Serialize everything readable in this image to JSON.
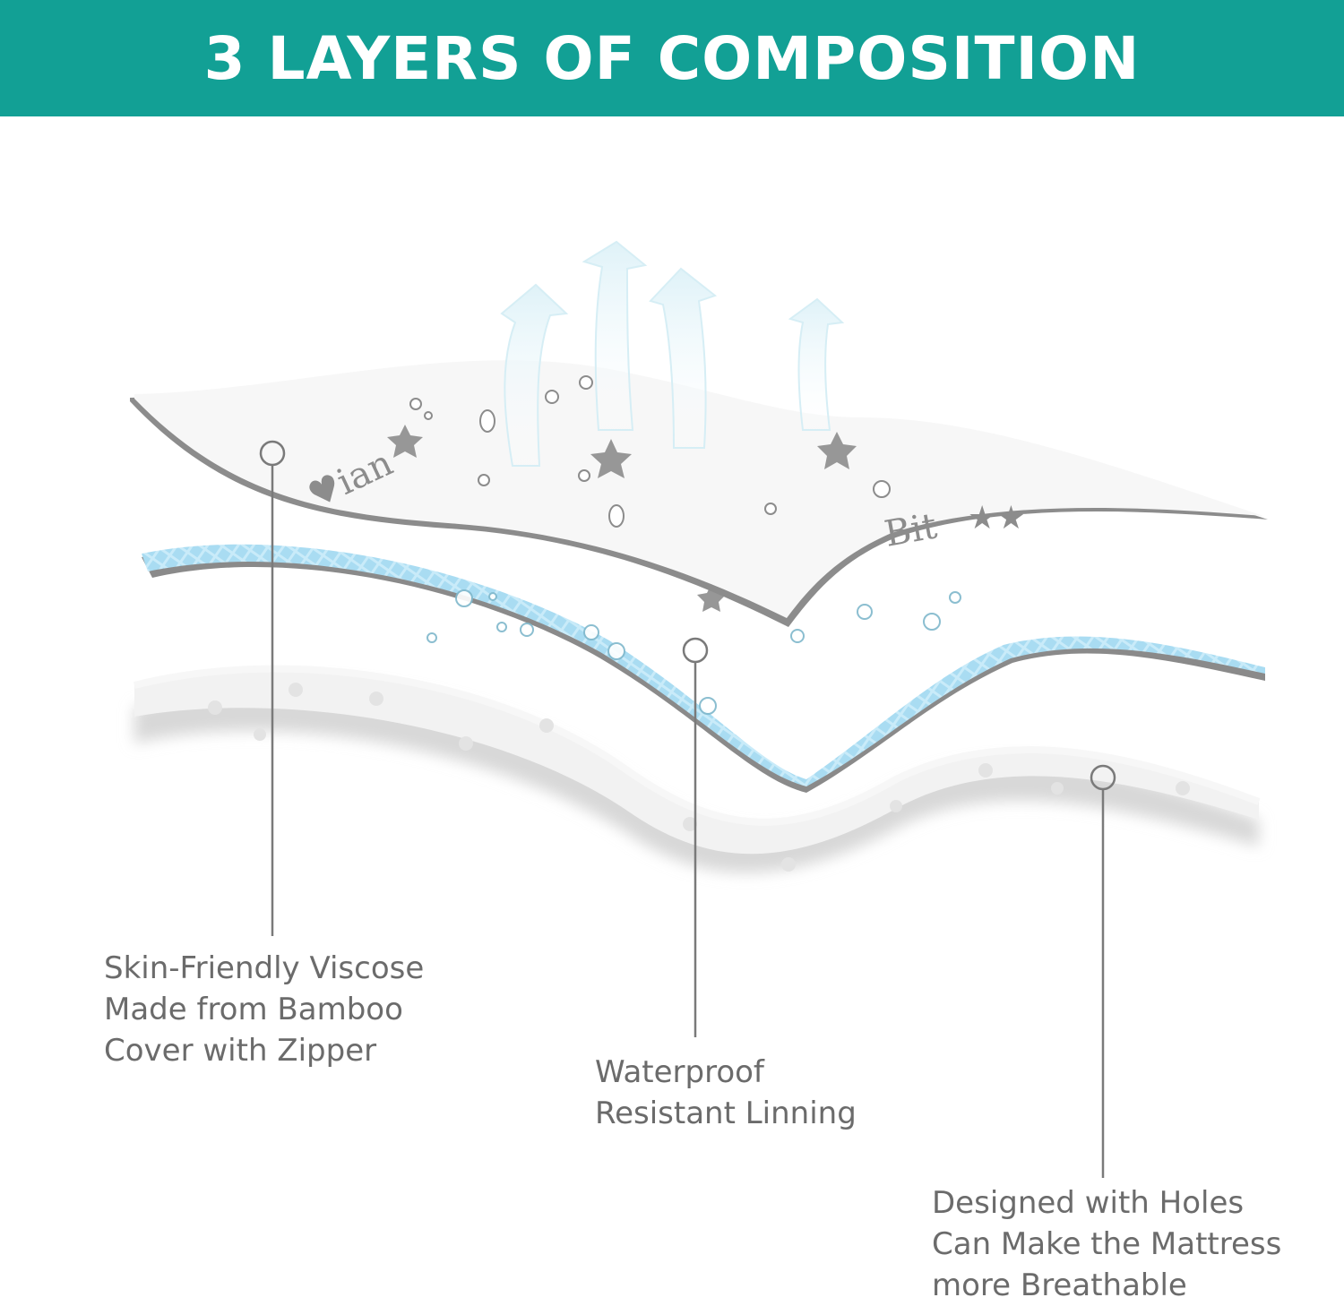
{
  "header": {
    "title": "3 LAYERS OF COMPOSITION",
    "background_color": "#12a095"
  },
  "layers": [
    {
      "id": "top",
      "lines": [
        "Skin-Friendly Viscose",
        "Made from Bamboo",
        "Cover with Zipper"
      ]
    },
    {
      "id": "middle",
      "lines": [
        "Waterproof",
        "Resistant Linning"
      ],
      "color": "#a9dcf2"
    },
    {
      "id": "bottom",
      "lines": [
        "Designed with Holes",
        "Can Make the Mattress",
        "more Breathable"
      ]
    }
  ],
  "decor": {
    "arrows": "breathability-arrows",
    "pattern": "stars-and-water-droplets"
  },
  "colors": {
    "text": "#6b6b6b",
    "leader": "#7a7a7a",
    "layer_blue": "#a9dcf2",
    "layer_white": "#f6f6f6"
  }
}
